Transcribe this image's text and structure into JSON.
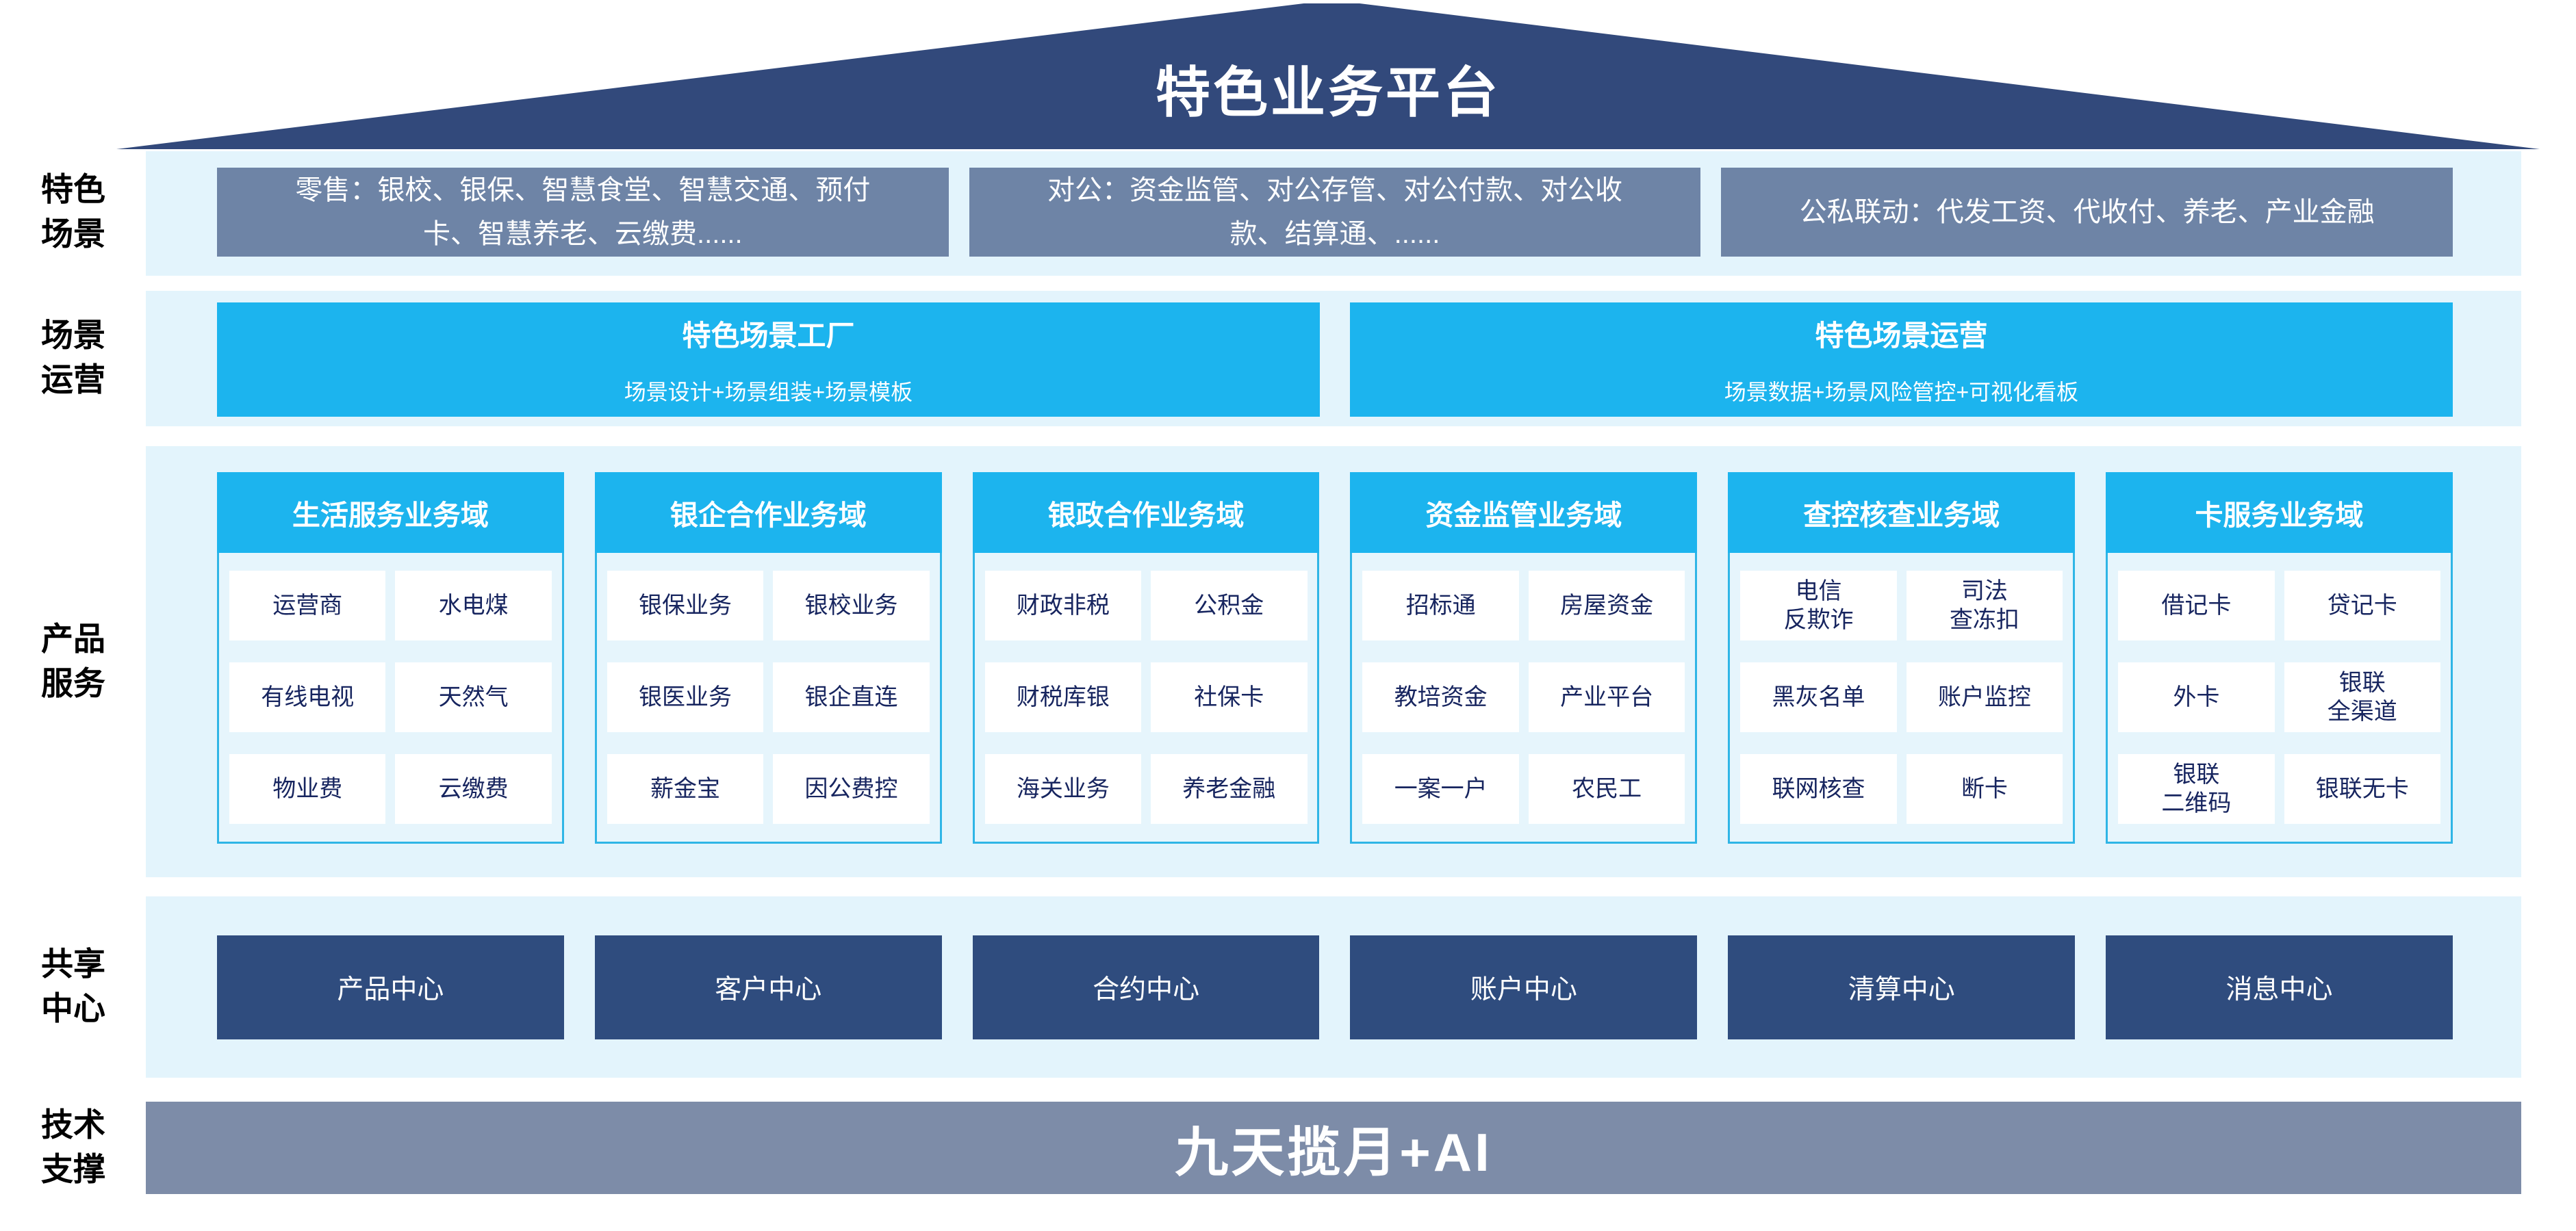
{
  "platform": {
    "title": "特色业务平台"
  },
  "colors": {
    "roof_navy": "#32497B",
    "band_background": "#E3F4FC",
    "scene_box_slate": "#6E84A6",
    "accent_cyan": "#1CB4EE",
    "domain_body_border": "#2FB5E6",
    "cell_text_navy": "#17255F",
    "center_box_navy": "#2F4C7E",
    "tech_bar_slate": "#7D8CA8"
  },
  "sections": {
    "scene": {
      "label": "特色\n场景",
      "boxes": [
        "零售：银校、银保、智慧食堂、智慧交通、预付卡、智慧养老、云缴费......",
        "对公：资金监管、对公存管、对公付款、对公收款、结算通、......",
        "公私联动：代发工资、代收付、养老、产业金融"
      ]
    },
    "operation": {
      "label": "场景\n运营",
      "boxes": [
        {
          "title": "特色场景工厂",
          "subtitle": "场景设计+场景组装+场景模板"
        },
        {
          "title": "特色场景运营",
          "subtitle": "场景数据+场景风险管控+可视化看板"
        }
      ]
    },
    "products": {
      "label": "产品\n服务",
      "domains": [
        {
          "header": "生活服务业务域",
          "cells": [
            "运营商",
            "水电煤",
            "有线电视",
            "天然气",
            "物业费",
            "云缴费"
          ]
        },
        {
          "header": "银企合作业务域",
          "cells": [
            "银保业务",
            "银校业务",
            "银医业务",
            "银企直连",
            "薪金宝",
            "因公费控"
          ]
        },
        {
          "header": "银政合作业务域",
          "cells": [
            "财政非税",
            "公积金",
            "财税库银",
            "社保卡",
            "海关业务",
            "养老金融"
          ]
        },
        {
          "header": "资金监管业务域",
          "cells": [
            "招标通",
            "房屋资金",
            "教培资金",
            "产业平台",
            "一案一户",
            "农民工"
          ]
        },
        {
          "header": "查控核查业务域",
          "cells": [
            "电信\n反欺诈",
            "司法\n查冻扣",
            "黑灰名单",
            "账户监控",
            "联网核查",
            "断卡"
          ]
        },
        {
          "header": "卡服务业务域",
          "cells": [
            "借记卡",
            "贷记卡",
            "外卡",
            "银联\n全渠道",
            "银联\n二维码",
            "银联无卡"
          ]
        }
      ]
    },
    "sharing": {
      "label": "共享\n中心",
      "centers": [
        "产品中心",
        "客户中心",
        "合约中心",
        "账户中心",
        "清算中心",
        "消息中心"
      ]
    },
    "tech": {
      "label": "技术\n支撑",
      "text": "九天揽月+AI"
    }
  }
}
